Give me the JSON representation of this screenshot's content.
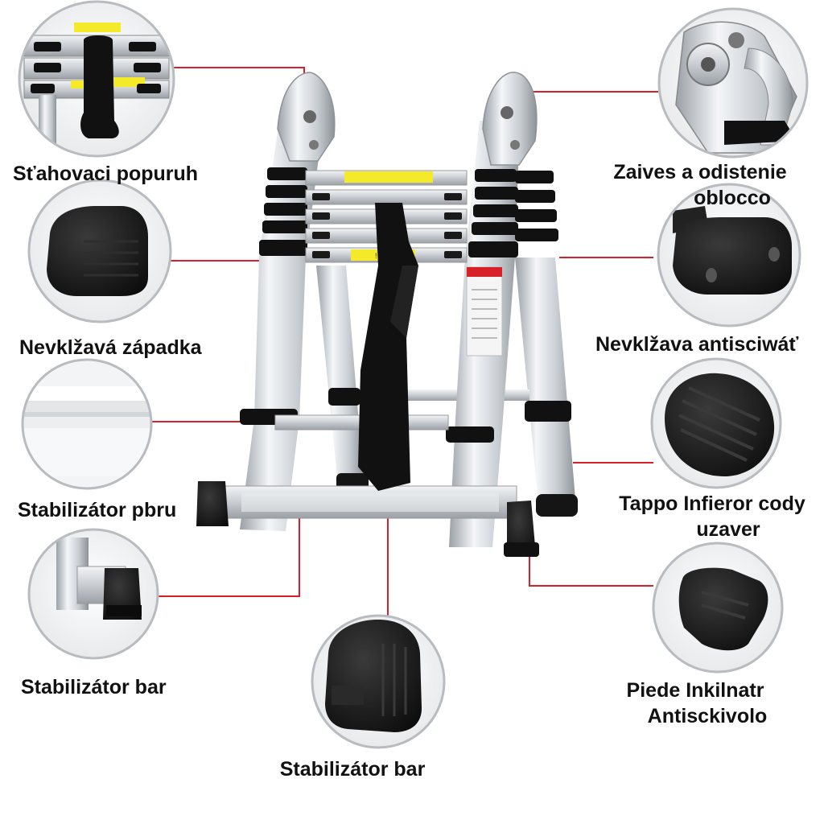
{
  "colors": {
    "connector": "#d8202a",
    "aluminum": "#d9dde1",
    "rubber": "#161616",
    "warning_sticker": "#f4ea2a",
    "background": "#ffffff"
  },
  "icons": {
    "strap": "strap-icon",
    "hinge": "hinge-icon",
    "foot_cap": "rubber-foot-icon",
    "end_cap": "end-cap-icon"
  },
  "labels": {
    "strap": "Sťahovaci popuruh",
    "hinge_line1": "Zaives a odistenie",
    "hinge_line2": "oblocco",
    "latch": "Nevklžavá západka",
    "anti_slip": "Nevklžava antisciwáť",
    "stabilizer_rail": "Stabilizátor pbru",
    "tappo_line1": "Tappo Infieror cody",
    "tappo_line2": "uzaver",
    "stabilizer_bar_left": "Stabilizátor bar",
    "piede_line1": "Piede Inkilnatr",
    "piede_line2": "Antisckivolo",
    "stabilizer_bar_bottom": "Stabilizátor bar"
  },
  "sticker": {
    "text": "! 15 !"
  }
}
